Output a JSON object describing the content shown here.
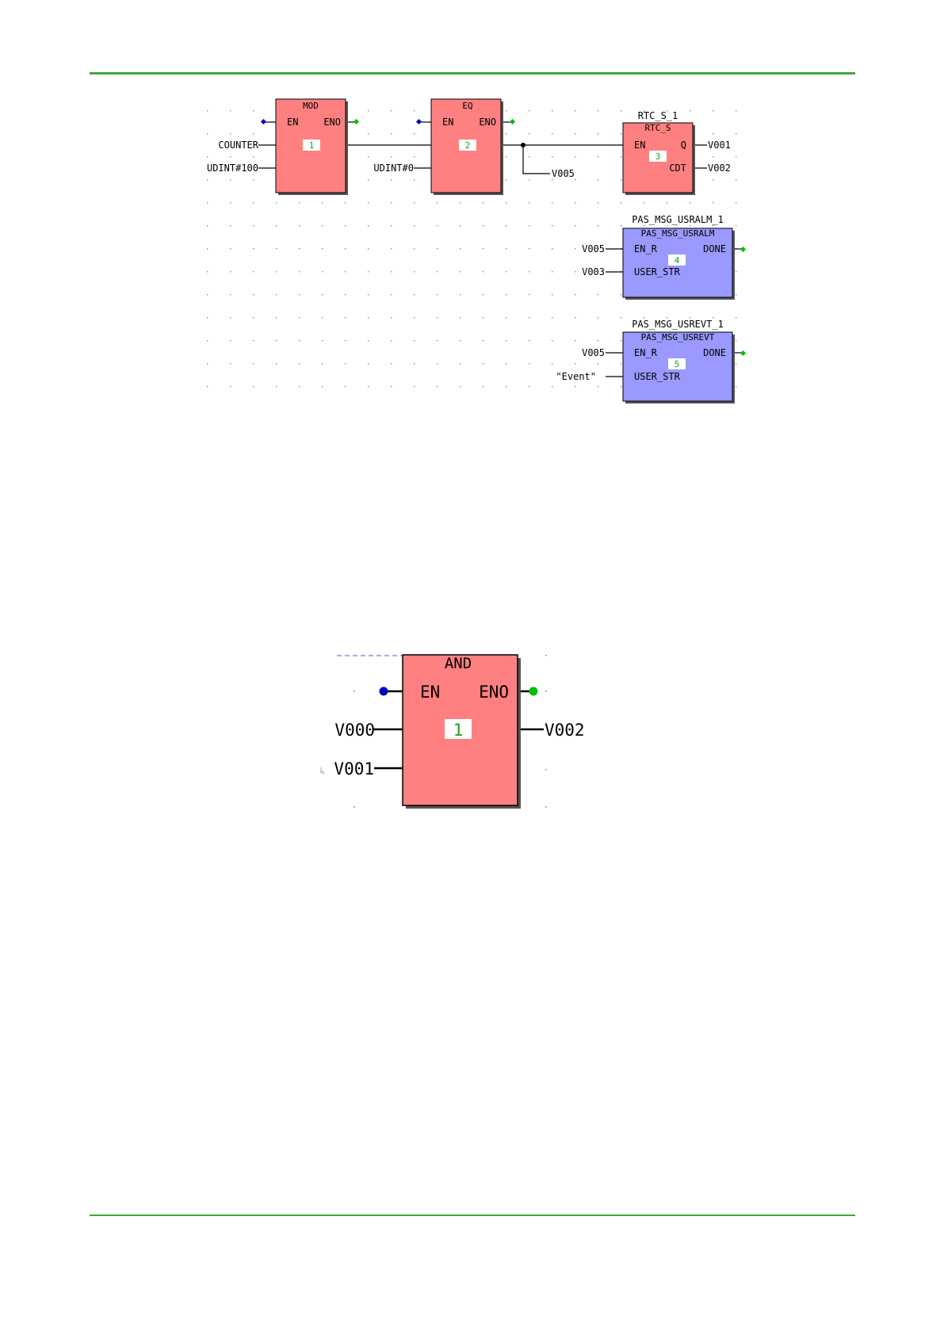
{
  "colors": {
    "rule": "#3fa83a",
    "block_red": "#ff8080",
    "block_blue": "#9999ff",
    "en_dot": "#0000c0",
    "eno_dot": "#00c000",
    "number": "#1aa01a"
  },
  "diagram1": {
    "mod": {
      "name": "MOD",
      "en": "EN",
      "eno": "ENO",
      "number": "1"
    },
    "eq": {
      "name": "EQ",
      "en": "EN",
      "eno": "ENO",
      "number": "2"
    },
    "rtc": {
      "instance": "RTC_S_1",
      "name": "RTC_S",
      "en": "EN",
      "q": "Q",
      "cdt": "CDT",
      "number": "3"
    },
    "usralm": {
      "instance": "PAS_MSG_USRALM_1",
      "name": "PAS_MSG_USRALM",
      "en_r": "EN_R",
      "user_str": "USER_STR",
      "done": "DONE",
      "number": "4"
    },
    "usrevt": {
      "instance": "PAS_MSG_USREVT_1",
      "name": "PAS_MSG_USREVT",
      "en_r": "EN_R",
      "user_str": "USER_STR",
      "done": "DONE",
      "number": "5"
    },
    "vars": {
      "counter": "COUNTER",
      "udint100": "UDINT#100",
      "udint0": "UDINT#0",
      "v005_branch": "V005",
      "v001": "V001",
      "v002": "V002",
      "v005_alm": "V005",
      "v003": "V003",
      "v005_evt": "V005",
      "event": "\"Event\""
    }
  },
  "diagram2": {
    "and": {
      "name": "AND",
      "en": "EN",
      "eno": "ENO",
      "number": "1"
    },
    "vars": {
      "in1": "V000",
      "in2": "V001",
      "out": "V002"
    }
  }
}
